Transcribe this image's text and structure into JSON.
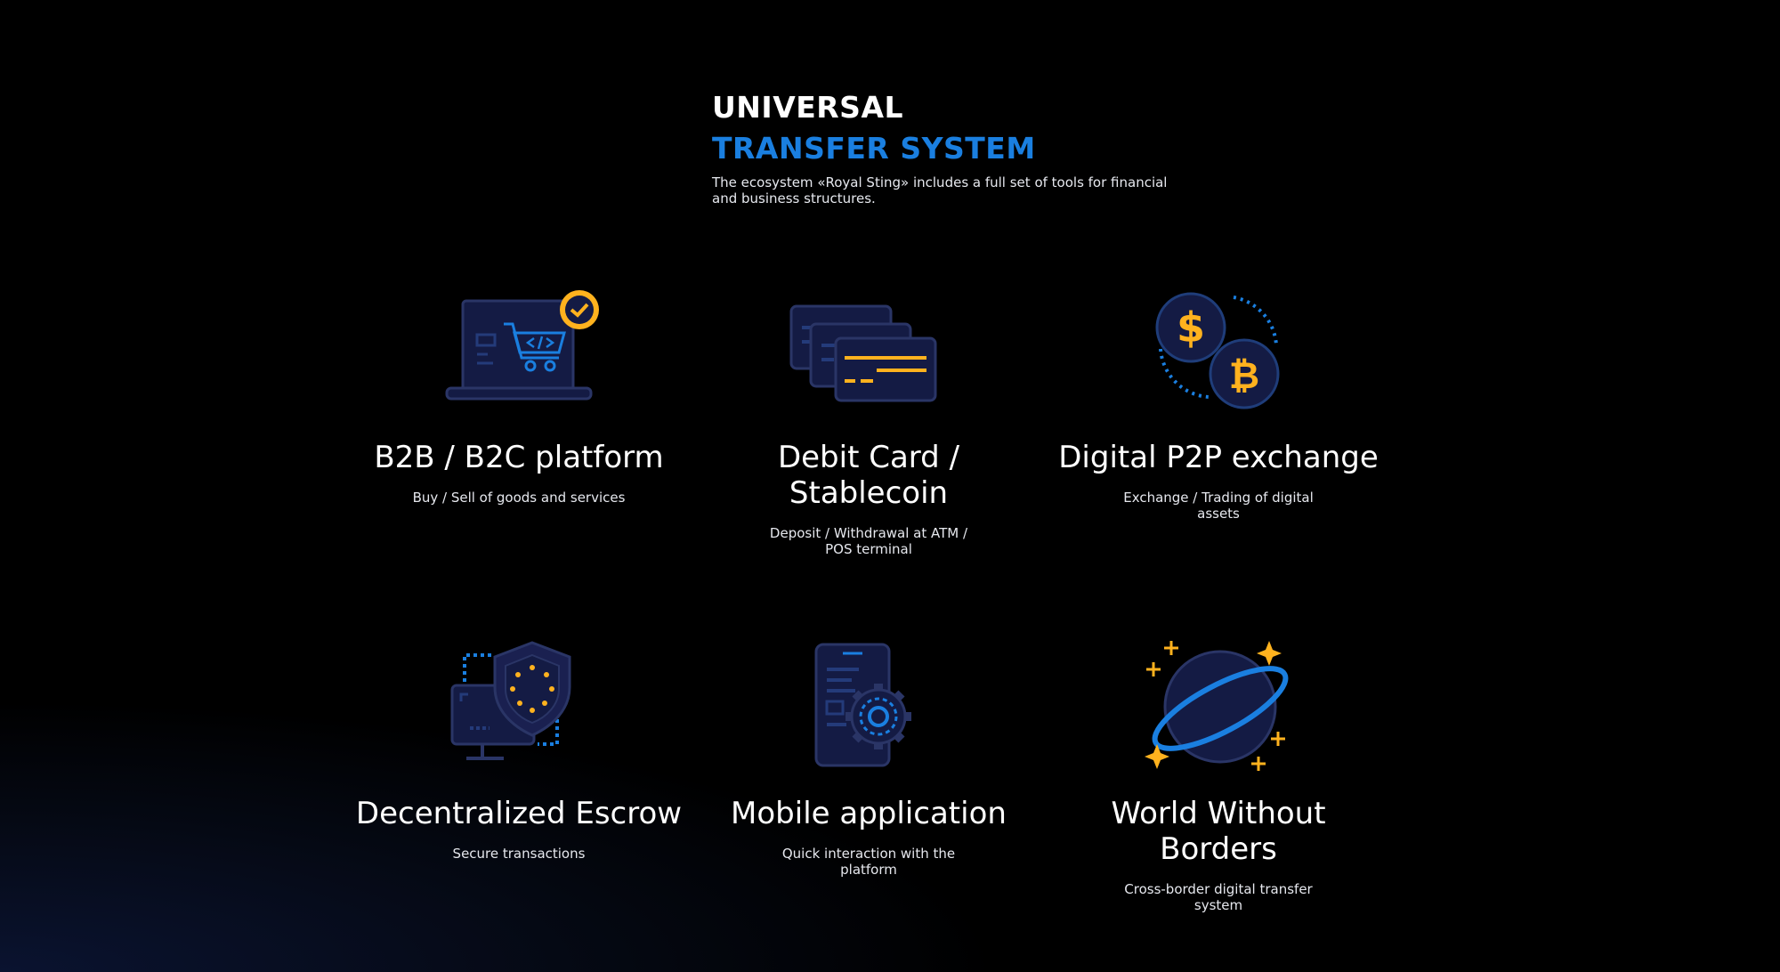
{
  "header": {
    "title_line1": "UNIVERSAL",
    "title_line2": "TRANSFER SYSTEM",
    "description": "The ecosystem «Royal Sting» includes a full set of tools for financial and business structures."
  },
  "colors": {
    "accent_blue": "#1a7fe0",
    "accent_yellow": "#ffb21e",
    "icon_navy": "#141b44"
  },
  "features": [
    {
      "icon": "laptop-cart-icon",
      "title": "B2B / B2C platform",
      "description": "Buy / Sell of goods and services"
    },
    {
      "icon": "debit-cards-icon",
      "title": "Debit Card / Stablecoin",
      "description": "Deposit / Withdrawal at ATM / POS terminal"
    },
    {
      "icon": "coin-exchange-icon",
      "title": "Digital P2P exchange",
      "description": "Exchange / Trading of digital assets"
    },
    {
      "icon": "shield-monitor-icon",
      "title": "Decentralized Escrow",
      "description": "Secure transactions"
    },
    {
      "icon": "phone-gear-icon",
      "title": "Mobile application",
      "description": "Quick interaction with the platform"
    },
    {
      "icon": "planet-icon",
      "title": "World Without Borders",
      "description": "Cross-border digital transfer system"
    }
  ]
}
